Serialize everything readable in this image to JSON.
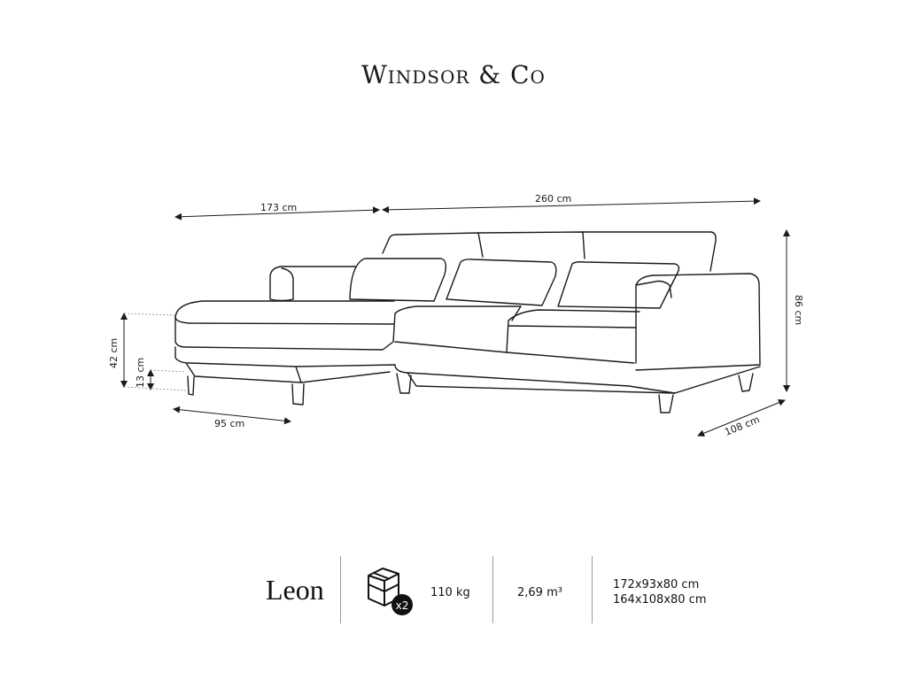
{
  "brand": {
    "name": "Windsor & Co"
  },
  "dimensions": {
    "top_left": "173 cm",
    "top_right": "260 cm",
    "height_total": "86 cm",
    "seat_height": "42 cm",
    "leg_height": "13 cm",
    "chaise_width": "95 cm",
    "depth": "108 cm"
  },
  "footer": {
    "model": "Leon",
    "package_count": "x2",
    "weight": "110 kg",
    "volume": "2,69 m³",
    "package_dims": [
      "172x93x80 cm",
      "164x108x80 cm"
    ]
  },
  "icons": {
    "package": "boxes-icon"
  }
}
